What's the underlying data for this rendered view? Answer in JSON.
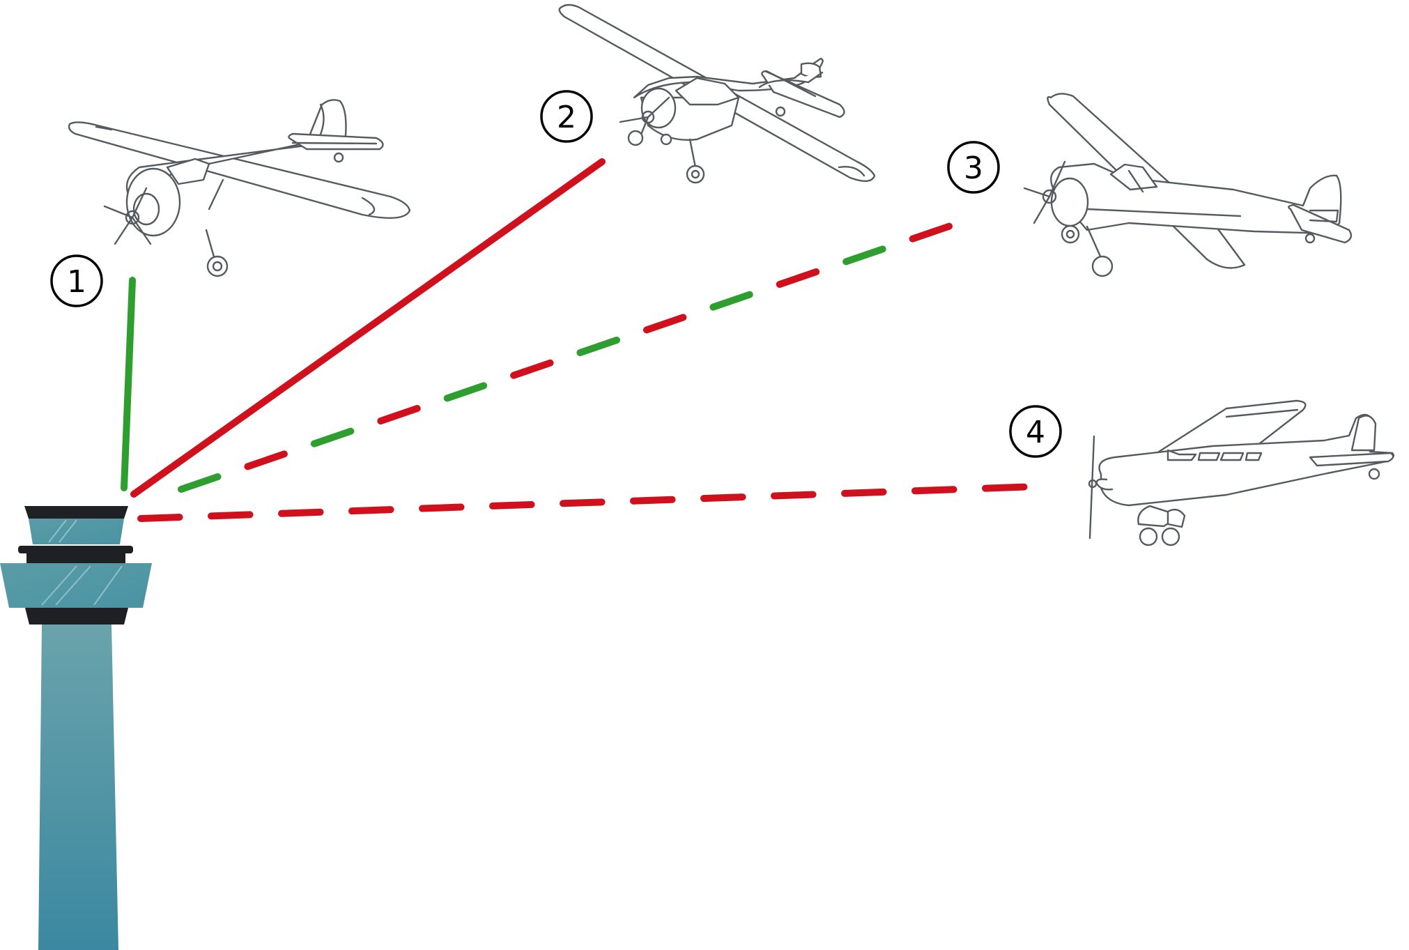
{
  "markers": [
    {
      "label": "1"
    },
    {
      "label": "2"
    },
    {
      "label": "3"
    },
    {
      "label": "4"
    }
  ],
  "links": [
    {
      "id": 1,
      "segments": [
        "green"
      ],
      "style": "solid"
    },
    {
      "id": 2,
      "segments": [
        "red"
      ],
      "style": "solid"
    },
    {
      "id": 3,
      "segments": [
        "green",
        "red",
        "green",
        "red",
        "green",
        "red",
        "green",
        "red",
        "green",
        "red",
        "green",
        "red"
      ],
      "style": "dashed"
    },
    {
      "id": 4,
      "segments": [
        "red"
      ],
      "style": "dashed"
    }
  ],
  "colors": {
    "link_ok": "#2e9e2e",
    "link_fail": "#d0101c",
    "tower_top": "#5f9ea8",
    "tower_bottom": "#3d8aa0",
    "tower_dark": "#1f2024",
    "plane_outline": "#555a5f"
  },
  "icons": [
    "control-tower-icon",
    "airplane-icon",
    "airplane-icon",
    "airplane-icon",
    "airplane-icon"
  ]
}
